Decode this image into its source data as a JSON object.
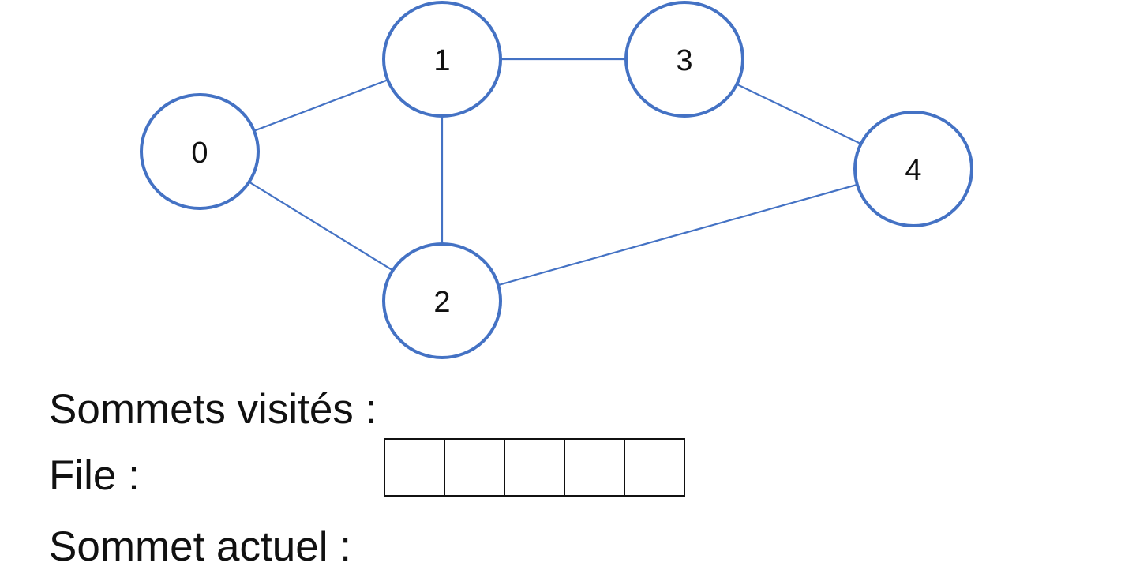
{
  "graph": {
    "nodes": [
      {
        "id": "0",
        "label": "0"
      },
      {
        "id": "1",
        "label": "1"
      },
      {
        "id": "2",
        "label": "2"
      },
      {
        "id": "3",
        "label": "3"
      },
      {
        "id": "4",
        "label": "4"
      }
    ],
    "edges": [
      [
        "0",
        "1"
      ],
      [
        "0",
        "2"
      ],
      [
        "1",
        "2"
      ],
      [
        "1",
        "3"
      ],
      [
        "3",
        "4"
      ],
      [
        "2",
        "4"
      ]
    ],
    "edge_color": "#4472c4",
    "node_border_color": "#4472c4"
  },
  "labels": {
    "visited": "Sommets visités :",
    "queue": "File :",
    "current": "Sommet actuel :"
  },
  "queue": {
    "cells": [
      "",
      "",
      "",
      "",
      ""
    ]
  }
}
